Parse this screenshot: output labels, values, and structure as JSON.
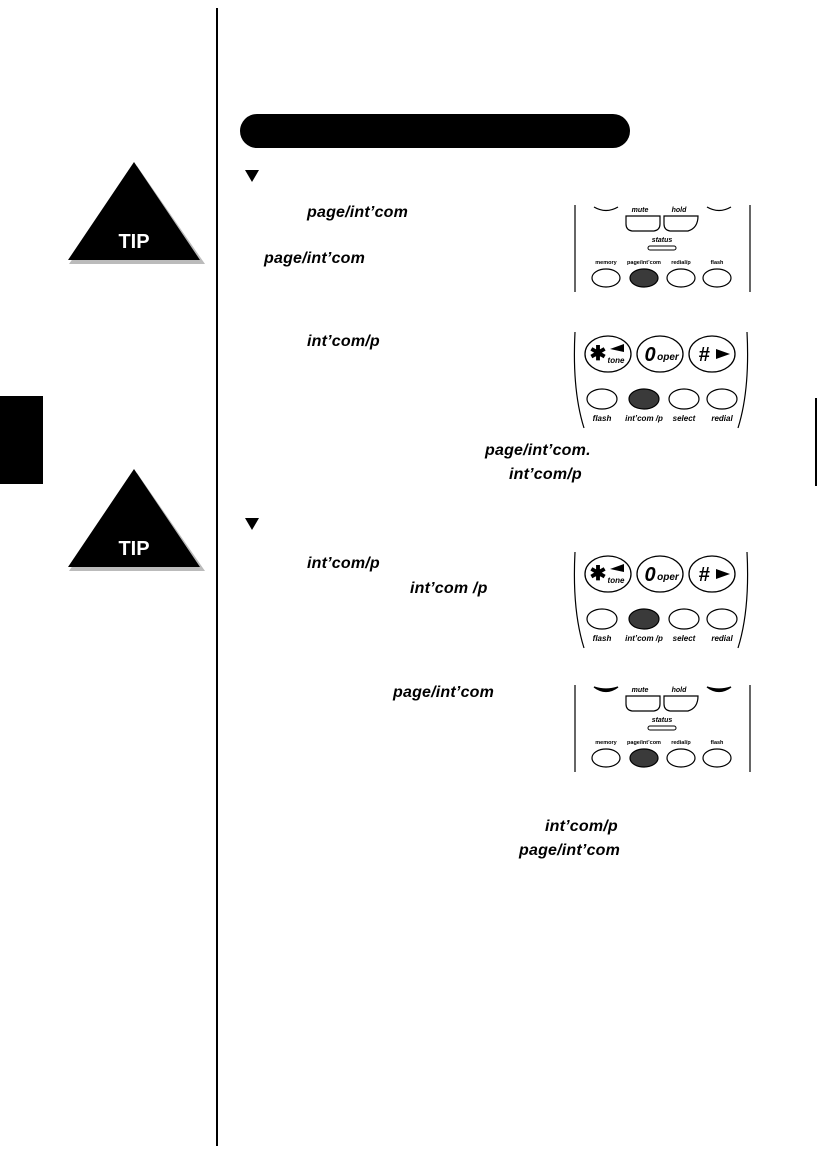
{
  "tips": [
    {
      "label": "TIP"
    },
    {
      "label": "TIP"
    }
  ],
  "keywords": [
    "page/int’com",
    "page/int’com",
    "int’com/p",
    "page/int’com.",
    "int’com/p",
    "int’com/p",
    "int’com /p",
    "page/int’com",
    "int’com/p",
    "page/int’com"
  ],
  "base_panel": {
    "top_labels": [
      "mute",
      "hold"
    ],
    "status_label": "status",
    "buttons": [
      "memory",
      "page/int’com",
      "redial/p",
      "flash"
    ]
  },
  "handset_panel": {
    "keys": [
      {
        "glyph": "✱",
        "sub": "tone"
      },
      {
        "glyph": "0",
        "sub": "oper"
      },
      {
        "glyph": "#",
        "sub": ""
      }
    ],
    "buttons": [
      "flash",
      "int’com /p",
      "select",
      "redial"
    ]
  },
  "colors": {
    "ink": "#000000",
    "paper": "#ffffff",
    "highlight_button": "#3a3a3a"
  }
}
